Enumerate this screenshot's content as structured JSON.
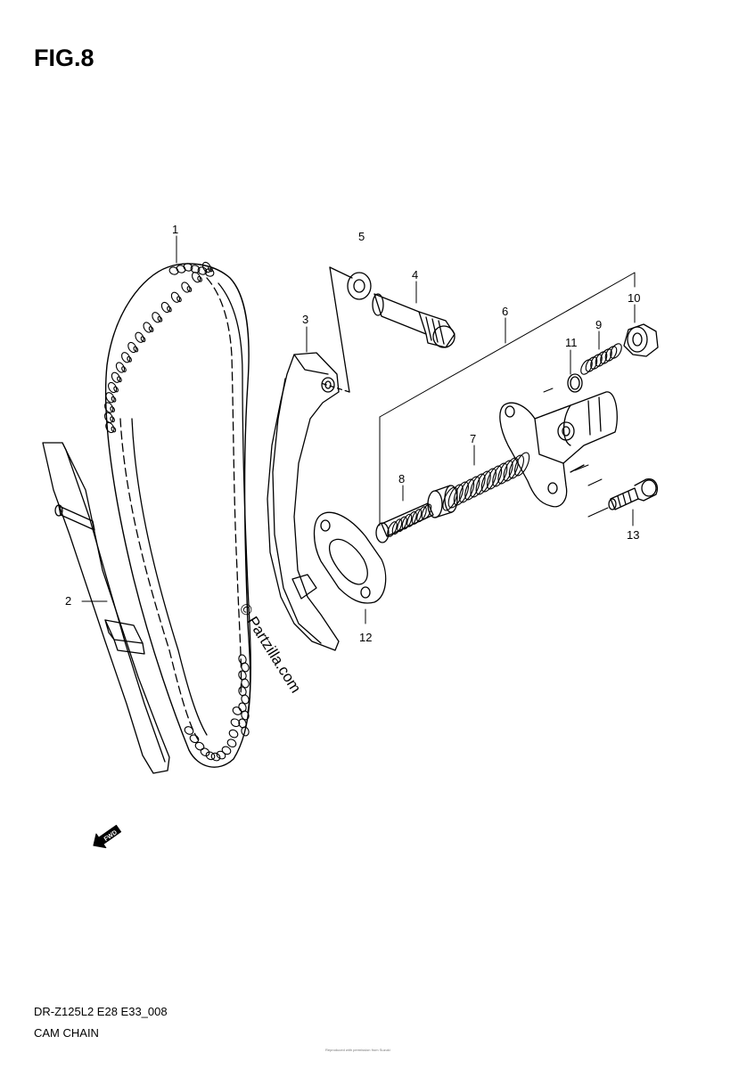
{
  "figure": {
    "title": "FIG.8",
    "model_code": "DR-Z125L2 E28 E33_008",
    "section_name": "CAM CHAIN",
    "watermark": "© Partzilla.com",
    "fwd_label": "FWD",
    "fine_print": "Reproduced with permission from Suzuki"
  },
  "callouts": [
    {
      "id": "1",
      "label": "1",
      "part": "cam-chain"
    },
    {
      "id": "2",
      "label": "2",
      "part": "chain-guide"
    },
    {
      "id": "3",
      "label": "3",
      "part": "tensioner-arm"
    },
    {
      "id": "4",
      "label": "4",
      "part": "pivot-bolt"
    },
    {
      "id": "5",
      "label": "5",
      "part": "washer"
    },
    {
      "id": "6",
      "label": "6",
      "part": "tensioner-assembly"
    },
    {
      "id": "7",
      "label": "7",
      "part": "tensioner-spring"
    },
    {
      "id": "8",
      "label": "8",
      "part": "tensioner-push-rod"
    },
    {
      "id": "9",
      "label": "9",
      "part": "small-spring"
    },
    {
      "id": "10",
      "label": "10",
      "part": "cap-bolt"
    },
    {
      "id": "11",
      "label": "11",
      "part": "o-ring"
    },
    {
      "id": "12",
      "label": "12",
      "part": "gasket"
    },
    {
      "id": "13",
      "label": "13",
      "part": "mounting-bolt"
    }
  ],
  "colors": {
    "ink": "#000000",
    "paper": "#ffffff"
  }
}
